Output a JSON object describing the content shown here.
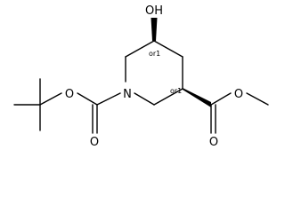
{
  "molecule": {
    "atoms": {
      "O_hydroxyl": "OH",
      "N_ring": "N",
      "O_boc_carbonyl": "O",
      "O_boc_ether": "O",
      "O_ester_carbonyl": "O",
      "O_ester_ether": "O"
    },
    "stereo_labels": {
      "c5": "or1",
      "c3": "or1"
    }
  },
  "colors": {
    "bond": "#000000",
    "background": "#ffffff"
  }
}
